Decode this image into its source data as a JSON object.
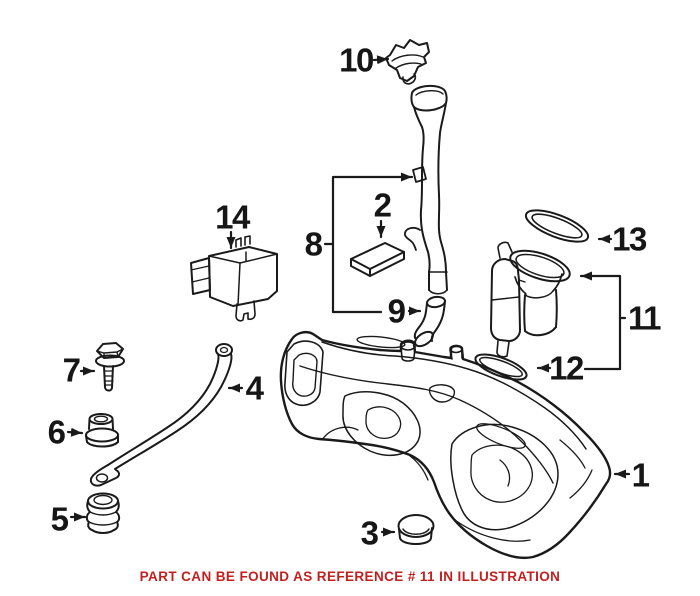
{
  "illustration": {
    "background_color": "#ffffff",
    "line_color": "#1a1a1a",
    "highlighted_reference": "11",
    "callouts": [
      {
        "ref": "1"
      },
      {
        "ref": "2"
      },
      {
        "ref": "3"
      },
      {
        "ref": "4"
      },
      {
        "ref": "5"
      },
      {
        "ref": "6"
      },
      {
        "ref": "7"
      },
      {
        "ref": "8"
      },
      {
        "ref": "9"
      },
      {
        "ref": "10"
      },
      {
        "ref": "11"
      },
      {
        "ref": "12"
      },
      {
        "ref": "13"
      },
      {
        "ref": "14"
      }
    ],
    "caption": {
      "text": "PART CAN BE FOUND AS REFERENCE # 11 IN ILLUSTRATION",
      "color": "#c41f1f"
    }
  }
}
